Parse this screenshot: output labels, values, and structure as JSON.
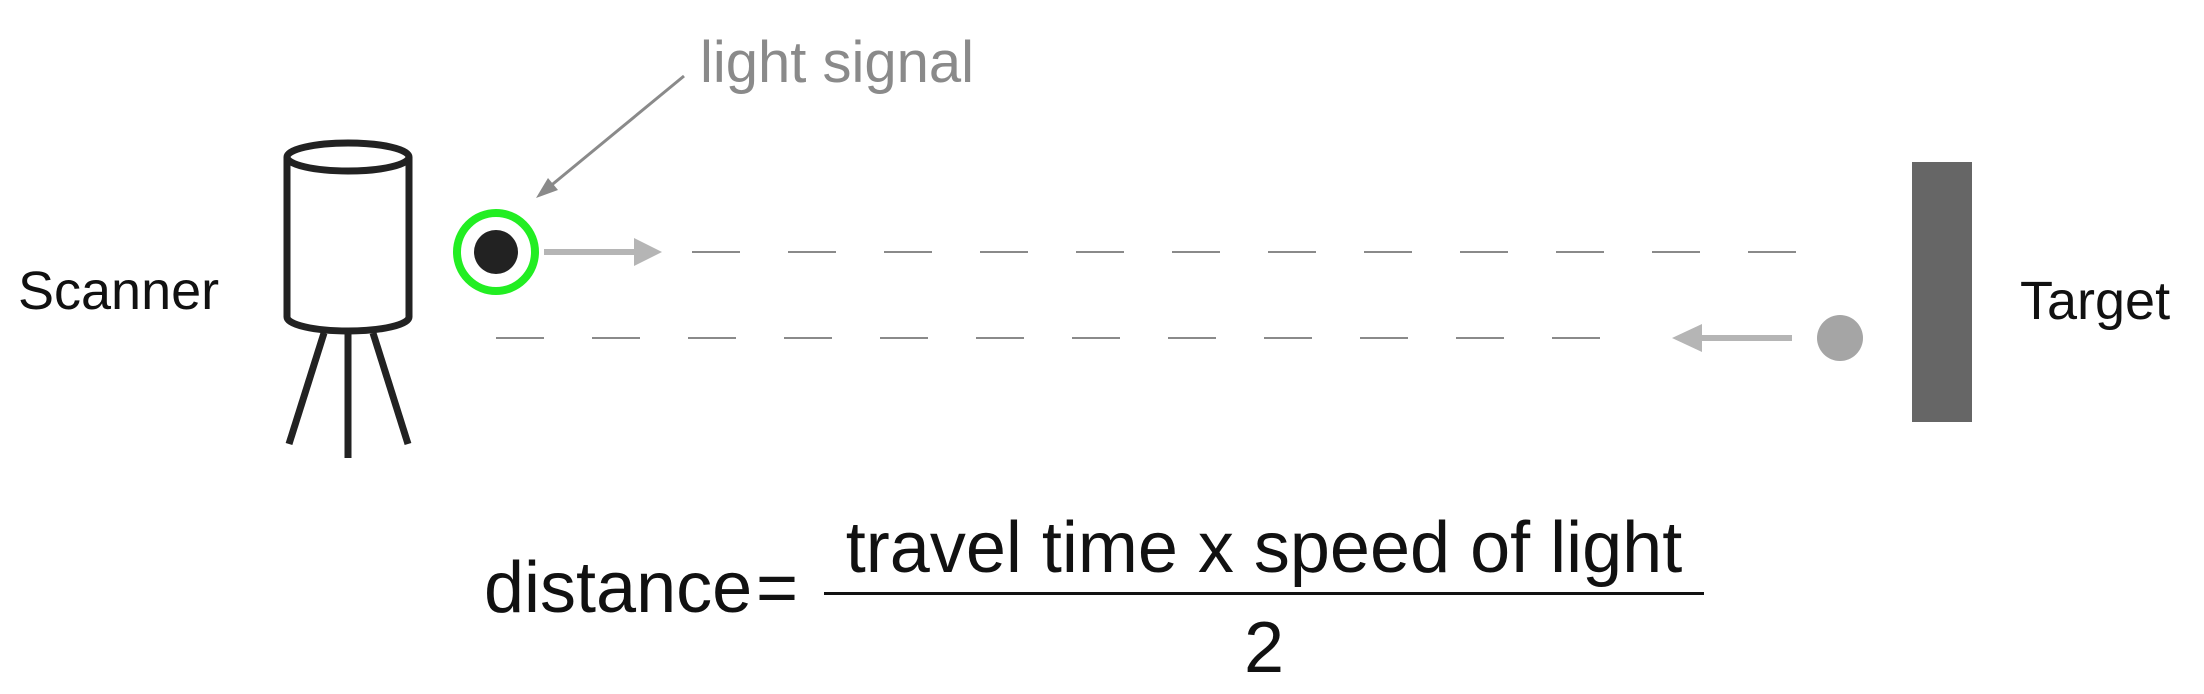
{
  "labels": {
    "scanner": "Scanner",
    "target": "Target",
    "light_signal": "light signal"
  },
  "formula": {
    "lhs": "distance",
    "equals": "=",
    "numerator": "travel time x speed of light",
    "denominator": "2"
  },
  "colors": {
    "ink": "#222222",
    "signal_ring": "#22ee22",
    "arrow_gray": "#b5b5b5",
    "dash_gray": "#8a8a8a",
    "target_fill": "#666666",
    "return_dot": "#a5a5a5",
    "label_gray": "#8a8a8a"
  }
}
